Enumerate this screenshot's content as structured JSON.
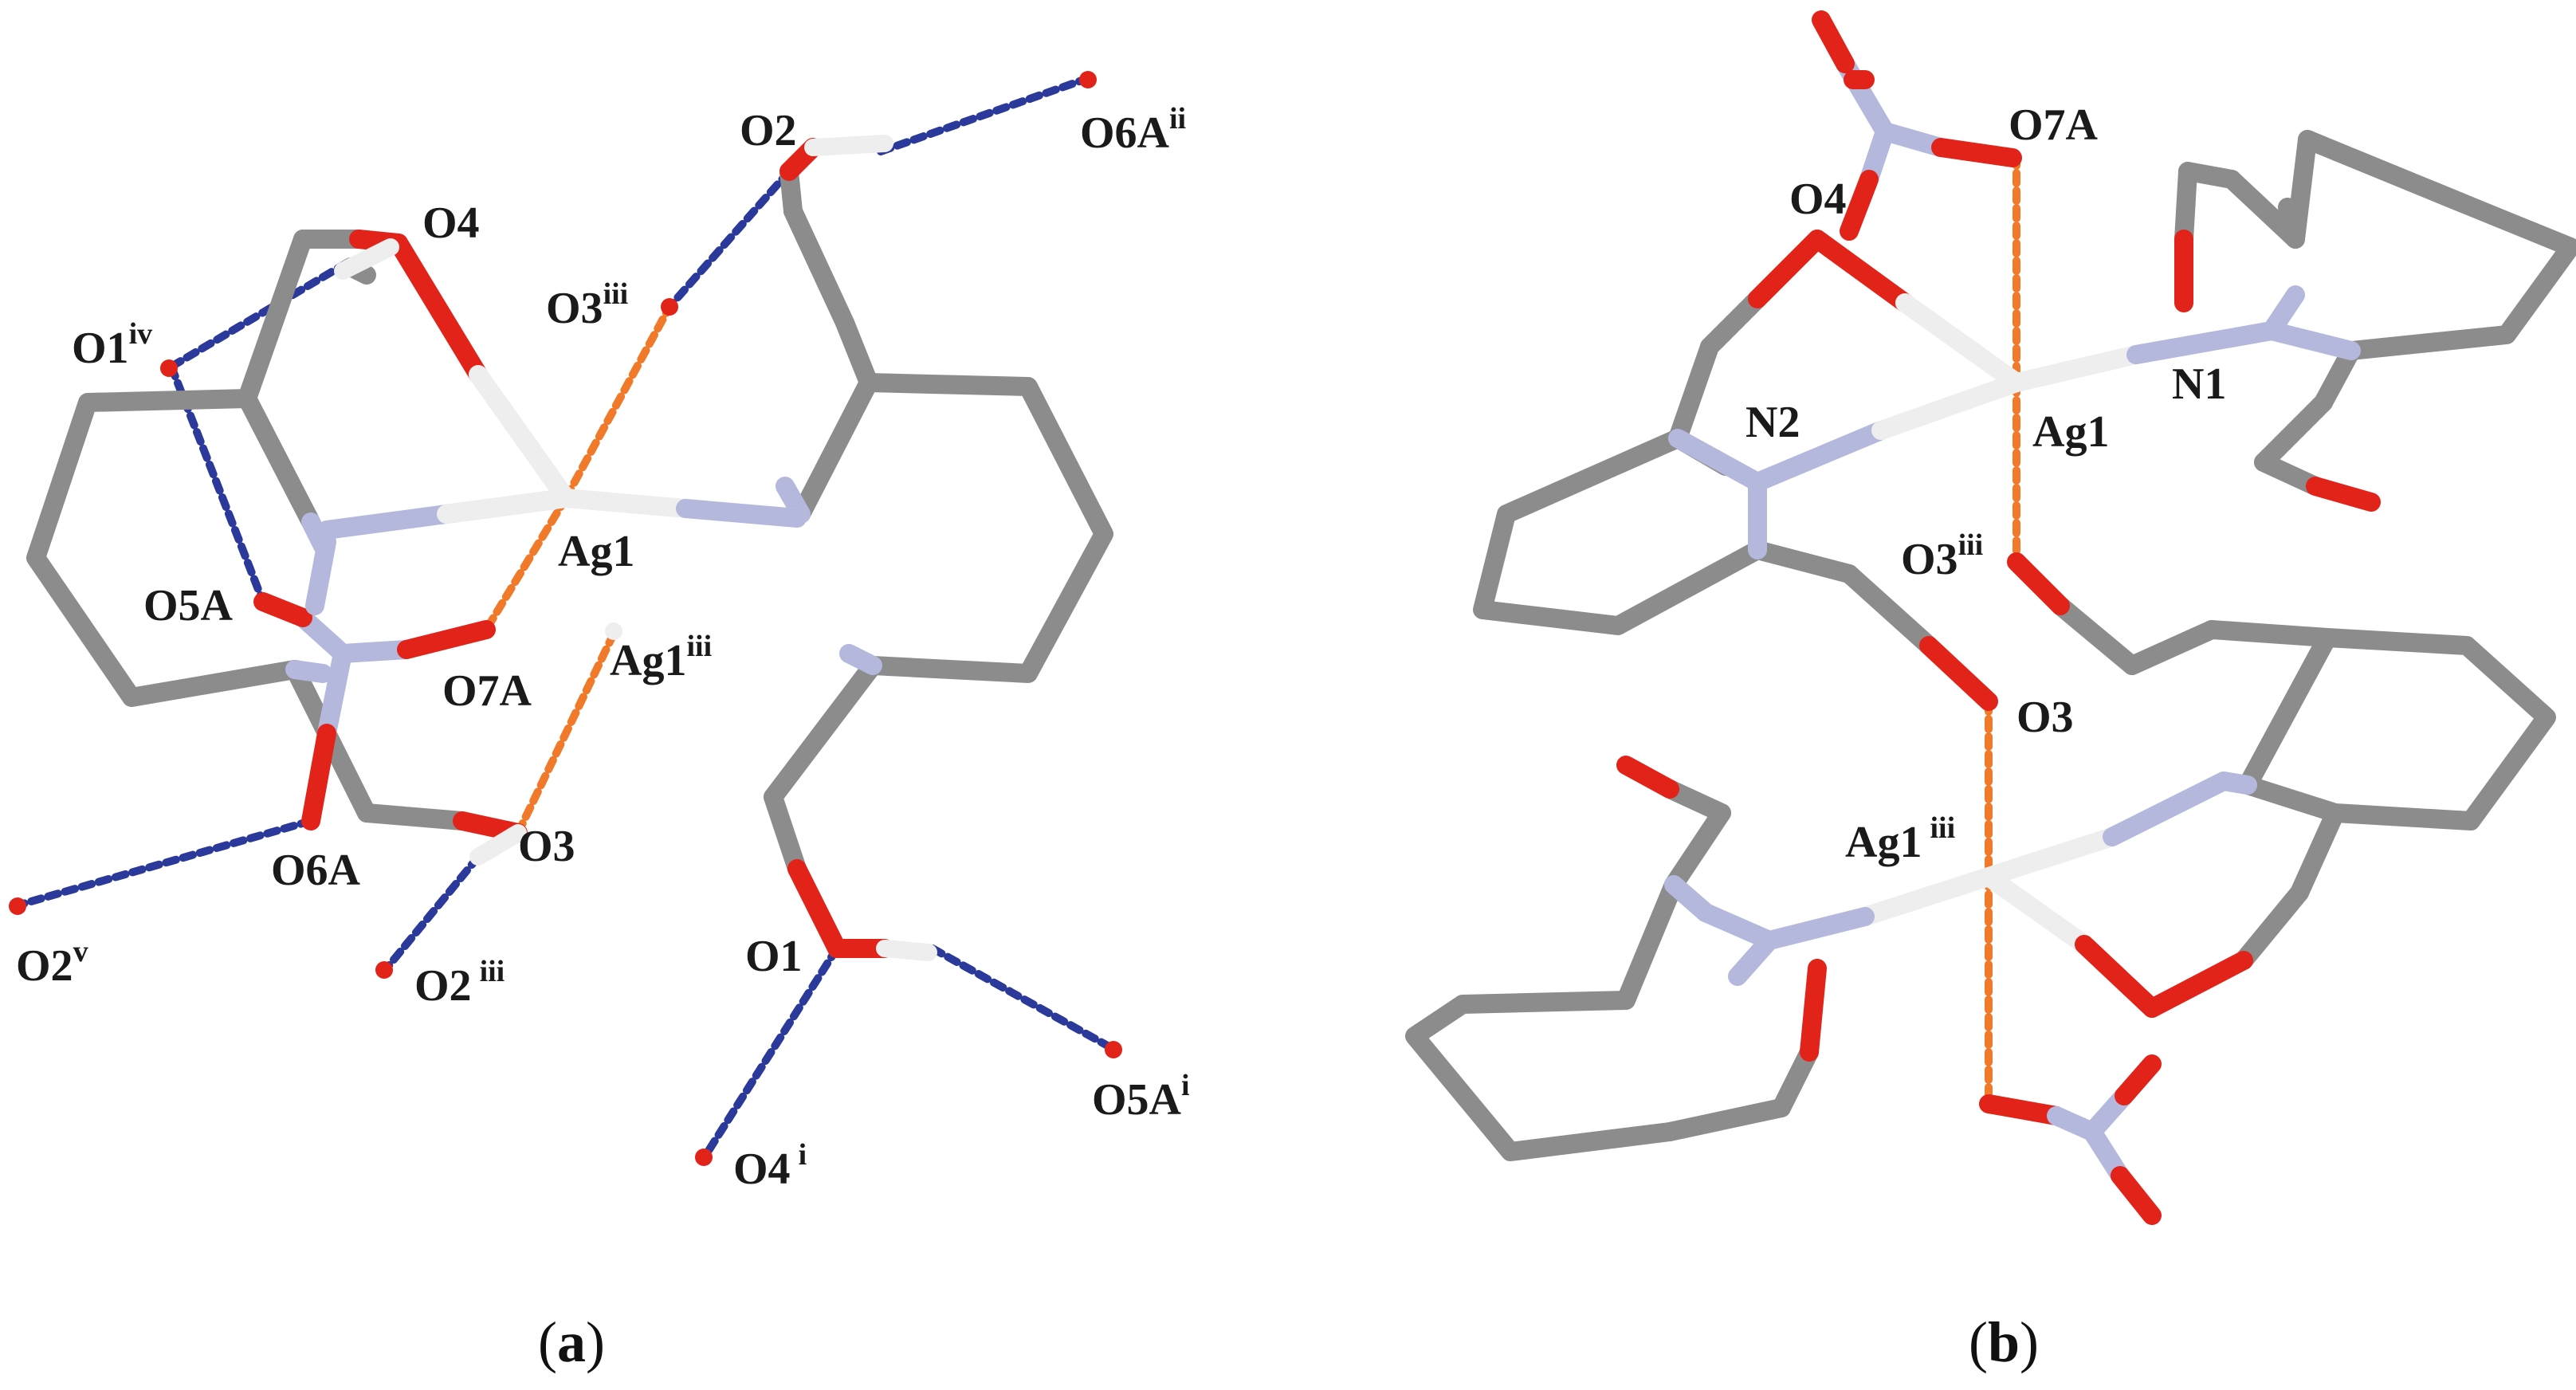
{
  "colors": {
    "carbon": "#8c8c8c",
    "oxygen": "#e2231a",
    "nitrogen": "#b4b8dd",
    "silver_hydrogen": "#eeeeee",
    "hbond": "#2b3a9a",
    "argentophilic": "#f07a2a"
  },
  "panel_a": {
    "caption_letter": "a",
    "labels": {
      "O2": "O2",
      "O6A_ii": "O6A",
      "O6A_ii_sup": "ii",
      "O4": "O4",
      "O3_iii": "O3",
      "O3_iii_sup": "iii",
      "O1_iv": "O1",
      "O1_iv_sup": "iv",
      "Ag1": "Ag1",
      "O5A": "O5A",
      "O7A": "O7A",
      "Ag1_iii": "Ag1",
      "Ag1_iii_sup": "iii",
      "O6A": "O6A",
      "O3": "O3",
      "O2_v": "O2",
      "O2_v_sup": "v",
      "O2_iii": "O2",
      "O2_iii_sup": "iii",
      "O1": "O1",
      "O5A_i": "O5A",
      "O5A_i_sup": "i",
      "O4_i": "O4",
      "O4_i_sup": "i"
    }
  },
  "panel_b": {
    "caption_letter": "b",
    "labels": {
      "O7A": "O7A",
      "O4": "O4",
      "N2": "N2",
      "Ag1": "Ag1",
      "N1": "N1",
      "O3_iii": "O3",
      "O3_iii_sup": "iii",
      "O3": "O3",
      "Ag1_iii": "Ag1",
      "Ag1_iii_sup": "iii"
    }
  }
}
